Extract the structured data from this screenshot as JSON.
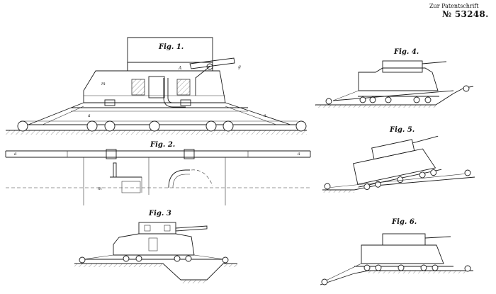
{
  "header": {
    "zur_patentschrift": "Zur Patentschrift",
    "patent_number": "№ 53248."
  },
  "figures": {
    "fig1": "Fig. 1.",
    "fig2": "Fig. 2.",
    "fig3": "Fig. 3",
    "fig4": "Fig. 4.",
    "fig5": "Fig. 5.",
    "fig6": "Fig. 6."
  }
}
